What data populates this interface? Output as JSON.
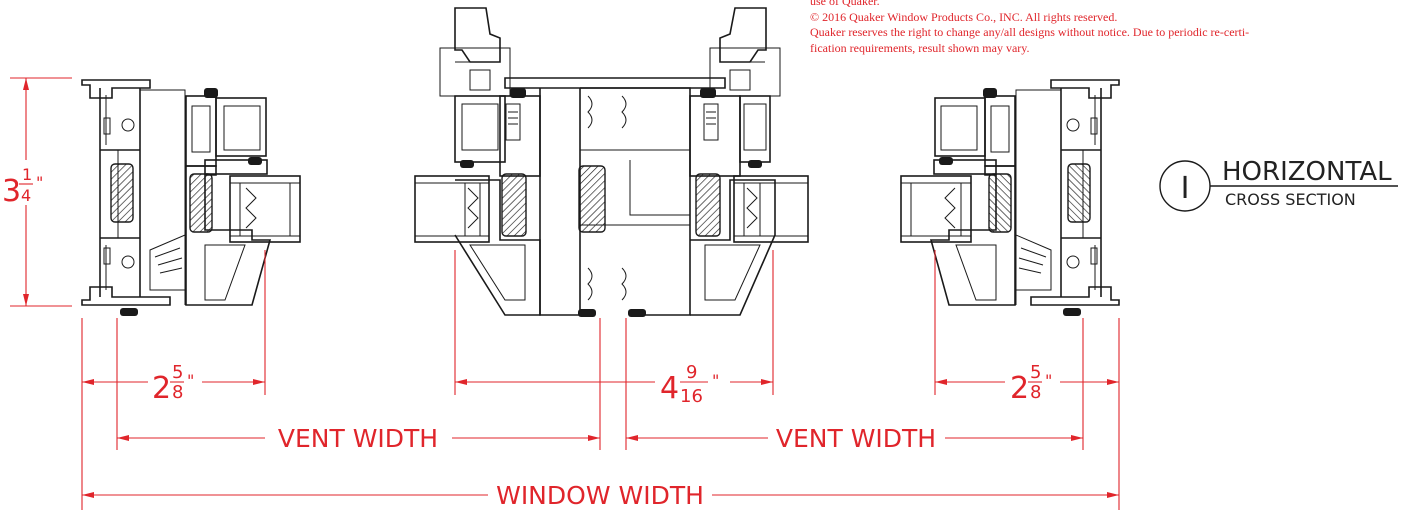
{
  "notes": {
    "line1": "use of Quaker.",
    "line2": "© 2016 Quaker Window Products Co., INC. All rights reserved.",
    "line3": "Quaker reserves the right to change any/all designs without notice. Due to periodic re-certi-",
    "line4": "fication requirements, result shown may vary."
  },
  "callout": {
    "number": "I",
    "title": "HORIZONTAL",
    "subtitle": "CROSS SECTION"
  },
  "dimensions": {
    "height": {
      "whole": "3",
      "num": "1",
      "den": "4",
      "unit": "\""
    },
    "left_frame": {
      "whole": "2",
      "num": "5",
      "den": "8",
      "unit": "\""
    },
    "center_mullion": {
      "whole": "4",
      "num": "9",
      "den": "16",
      "unit": "\""
    },
    "right_frame": {
      "whole": "2",
      "num": "5",
      "den": "8",
      "unit": "\""
    },
    "vent_left": "VENT WIDTH",
    "vent_right": "VENT WIDTH",
    "window": "WINDOW WIDTH"
  },
  "colors": {
    "dimension": "#e0252b",
    "linework": "#1a1a1a"
  }
}
